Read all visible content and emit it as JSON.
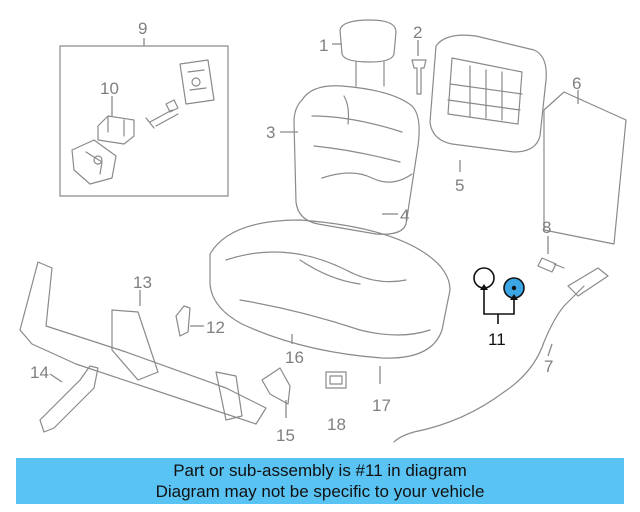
{
  "callouts": [
    "1",
    "2",
    "3",
    "4",
    "5",
    "6",
    "7",
    "8",
    "9",
    "10",
    "11",
    "12",
    "13",
    "14",
    "15",
    "16",
    "17",
    "18"
  ],
  "highlighted_callout": "11",
  "banner": {
    "line1": "Part or sub-assembly is #11 in diagram",
    "line2": "Diagram may not be specific to your vehicle"
  },
  "colors": {
    "banner_background": "#59c3f3",
    "highlighted_part": "#3aa6e6",
    "line_art": "#8a8a8a"
  }
}
